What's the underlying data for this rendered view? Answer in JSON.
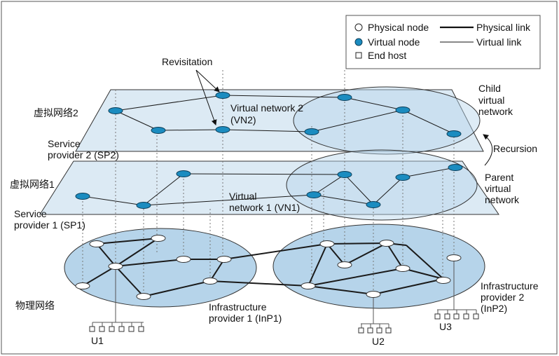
{
  "legend": {
    "physical_node": "Physical node",
    "virtual_node": "Virtual node",
    "end_host": "End host",
    "physical_link": "Physical link",
    "virtual_link": "Virtual link"
  },
  "labels": {
    "revisitation": "Revisitation",
    "vn2_line1": "Virtual network 2",
    "vn2_line2": "(VN2)",
    "vn2_cn": "虚拟网络2",
    "sp2_line1": "Service",
    "sp2_line2": "provider 2 (SP2)",
    "vn1_cn": "虚拟网络1",
    "vn1_line1": "Virtual",
    "vn1_line2": "network 1 (VN1)",
    "sp1_line1": "Service",
    "sp1_line2": "provider 1 (SP1)",
    "child_line1": "Child",
    "child_line2": "virtual",
    "child_line3": "network",
    "recursion": "Recursion",
    "parent_line1": "Parent",
    "parent_line2": "virtual",
    "parent_line3": "network",
    "phys_cn": "物理网络",
    "inp1_line1": "Infrastructure",
    "inp1_line2": "provider 1 (InP1)",
    "inp2_line1": "Infrastructure",
    "inp2_line2": "provider 2",
    "inp2_line3": "(InP2)",
    "u1": "U1",
    "u2": "U2",
    "u3": "U3"
  },
  "colors": {
    "plane_fill": "#dceaf4",
    "ellipse_fill": "#b6d4ea",
    "virtual_node": "#1b8cc0",
    "line": "#1a1a1a"
  }
}
